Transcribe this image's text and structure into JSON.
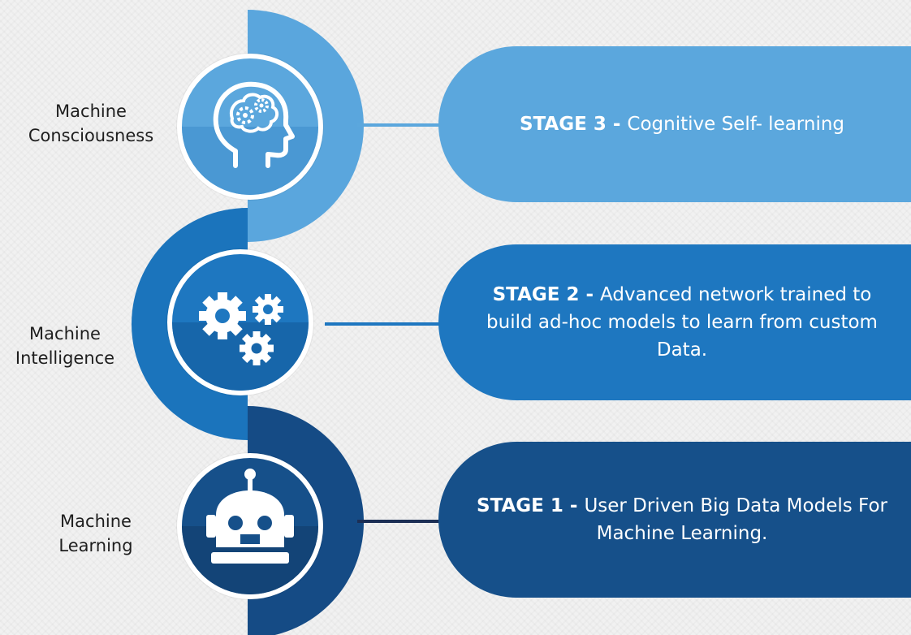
{
  "colors": {
    "stage3": "#5ba7dd",
    "stage2": "#1e77c0",
    "stage1": "#16508a",
    "stage3_arc": "#5aa6dd",
    "stage2_arc": "#1b74bc",
    "stage1_arc": "#154b85"
  },
  "stages": [
    {
      "label_line1": "Machine",
      "label_line2": "Consciousness",
      "stage_title": "STAGE 3 -",
      "stage_desc": "Cognitive Self- learning",
      "icon": "head-gears-icon"
    },
    {
      "label_line1": "Machine",
      "label_line2": "Intelligence",
      "stage_title": "STAGE 2 -",
      "stage_desc": "Advanced network trained to build ad-hoc models to learn from custom Data.",
      "icon": "gears-icon"
    },
    {
      "label_line1": "Machine",
      "label_line2": "Learning",
      "stage_title": "STAGE 1 -",
      "stage_desc": "User Driven Big Data Models For Machine Learning.",
      "icon": "robot-icon"
    }
  ]
}
